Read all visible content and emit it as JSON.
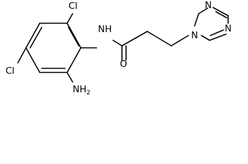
{
  "molecule": {
    "atoms": {
      "cl_top": "Cl",
      "nh": "NH",
      "o": "O",
      "n_ring_top": "N",
      "n_ring_attach": "N",
      "n_ring_right": "N",
      "cl_left": "Cl",
      "nh2_main": "NH",
      "nh2_sub": "2"
    }
  }
}
